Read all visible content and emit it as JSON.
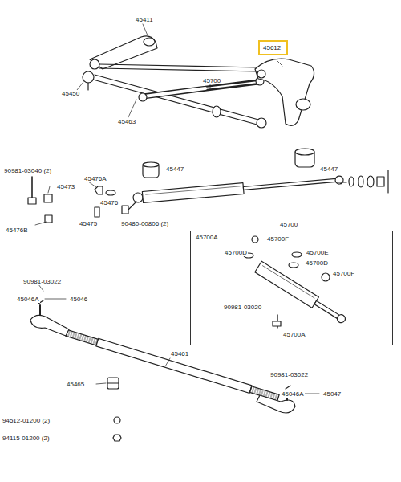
{
  "diagram": {
    "nodes": [
      {
        "text": [
          "45612"
        ]
      },
      {
        "text": [
          "45700"
        ]
      }
    ],
    "labels": [
      "45411",
      "45450",
      "45700",
      "45463",
      "45447",
      "45447",
      "90981-03040 (2)",
      "45473",
      "45476A",
      "45476B",
      "45475",
      "45476",
      "90480-00806 (2)",
      "45700A",
      "45700F",
      "45700D",
      "45700E",
      "45700D",
      "45700F",
      "90981-03020",
      "45700A",
      "90981-03022",
      "45046A",
      "45046",
      "45461",
      "45465",
      "94512-01200 (2)",
      "94115-01200 (2)",
      "90981-03022",
      "45046A",
      "45047"
    ]
  }
}
